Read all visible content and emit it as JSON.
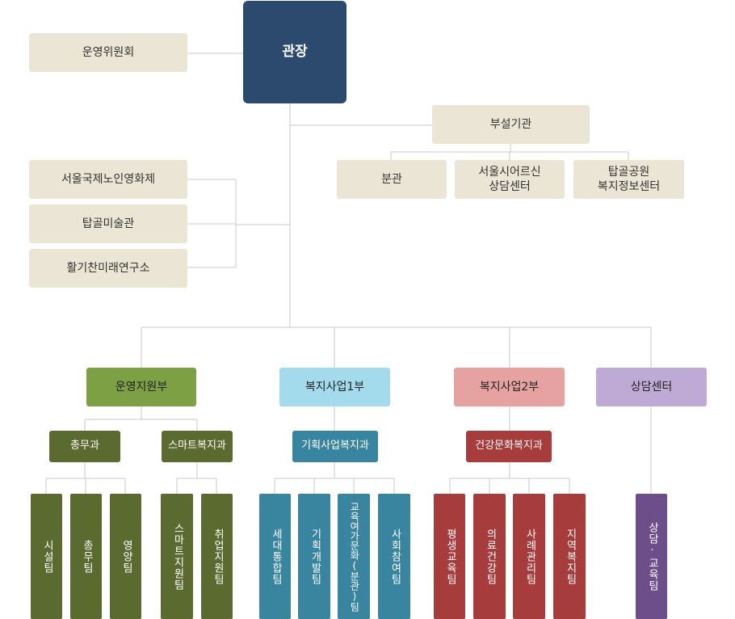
{
  "director": "관장",
  "steering_committee": "운영위원회",
  "affiliated": "부설기관",
  "affiliated_units": [
    {
      "line1": "분관",
      "line2": ""
    },
    {
      "line1": "서울시어르신",
      "line2": "상담센터"
    },
    {
      "line1": "탑골공원",
      "line2": "복지정보센터"
    }
  ],
  "side_units": [
    "서울국제노인영화제",
    "탑골미술관",
    "활기찬미래연구소"
  ],
  "departments": [
    "운영지원부",
    "복지사업1부",
    "복지사업2부",
    "상담센터"
  ],
  "sections": [
    "총무과",
    "스마트복지과",
    "기획사업복지과",
    "건강문화복지과"
  ],
  "teams": {
    "admin": [
      "시설팀",
      "총무팀",
      "영양팀"
    ],
    "smart": [
      "스마트지원팀",
      "취업지원팀"
    ],
    "planning": [
      "세대통합팀",
      "기획개발팀",
      "교육여가문화(분관)팀",
      "사회참여팀"
    ],
    "health": [
      "평생교육팀",
      "의료건강팀",
      "사례관리팀",
      "지역복지팀"
    ],
    "counsel": [
      "상담·교육팀"
    ]
  },
  "colors": {
    "director": "#2c4a6e",
    "beige": "#ebe5d5",
    "dept_green": "#7ea044",
    "dept_blue": "#a3dbec",
    "dept_pink": "#e5a2a0",
    "dept_purple": "#bfaad5",
    "team_green": "#5b6b30",
    "team_teal": "#39849e",
    "team_red": "#a63c3c",
    "team_purple": "#6c4e8a"
  }
}
